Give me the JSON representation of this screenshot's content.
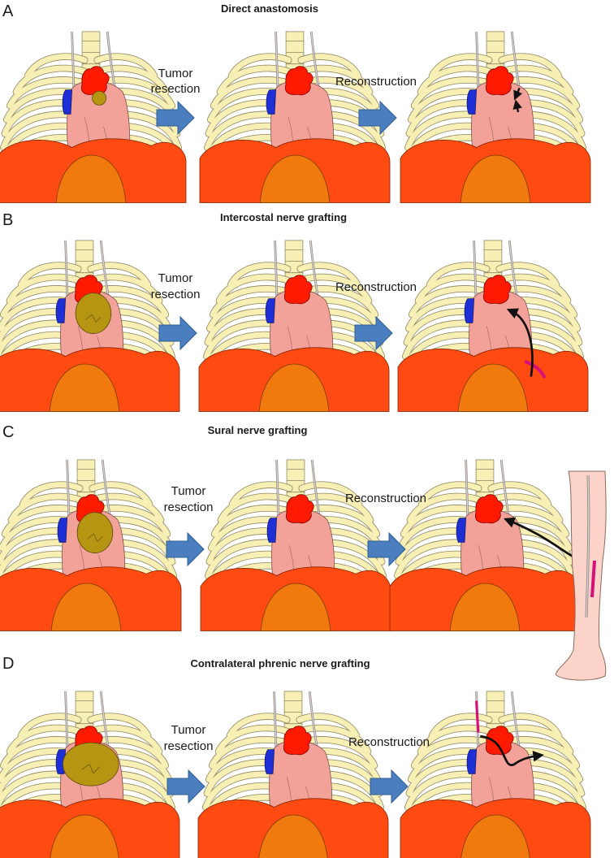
{
  "panels": [
    {
      "letter": "A",
      "title": "Direct anastomosis",
      "step1": [
        "Tumor",
        "resection"
      ],
      "step2": "Reconstruction",
      "tumor_size": "small",
      "graft": "none"
    },
    {
      "letter": "B",
      "title": "Intercostal nerve grafting",
      "step1": [
        "Tumor",
        "resection"
      ],
      "step2": "Reconstruction",
      "tumor_size": "medium",
      "graft": "intercostal"
    },
    {
      "letter": "C",
      "title": "Sural nerve grafting",
      "step1": [
        "Tumor",
        "resection"
      ],
      "step2": "Reconstruction",
      "tumor_size": "medium",
      "graft": "sural"
    },
    {
      "letter": "D",
      "title": "Contralateral phrenic nerve grafting",
      "step1": [
        "Tumor",
        "resection"
      ],
      "step2": "Reconstruction",
      "tumor_size": "large",
      "graft": "contralateral"
    }
  ],
  "colors": {
    "rib_fill": "#f7efb4",
    "rib_stroke": "#8a8560",
    "heart": "#f3a29a",
    "aorta": "#ff1a00",
    "vena_cava": "#1f2fd6",
    "diaphragm": "#ff4a12",
    "liver_dome": "#f07a0e",
    "tumor": "#b59512",
    "nerve": "#b9b2b0",
    "graft": "#d6107a",
    "arrow": "#4a7ebe",
    "leg": "#fbd3c8"
  },
  "icons": {
    "step_arrow": "right-block-arrow-icon",
    "graft_arrow": "curved-arrow-icon"
  }
}
